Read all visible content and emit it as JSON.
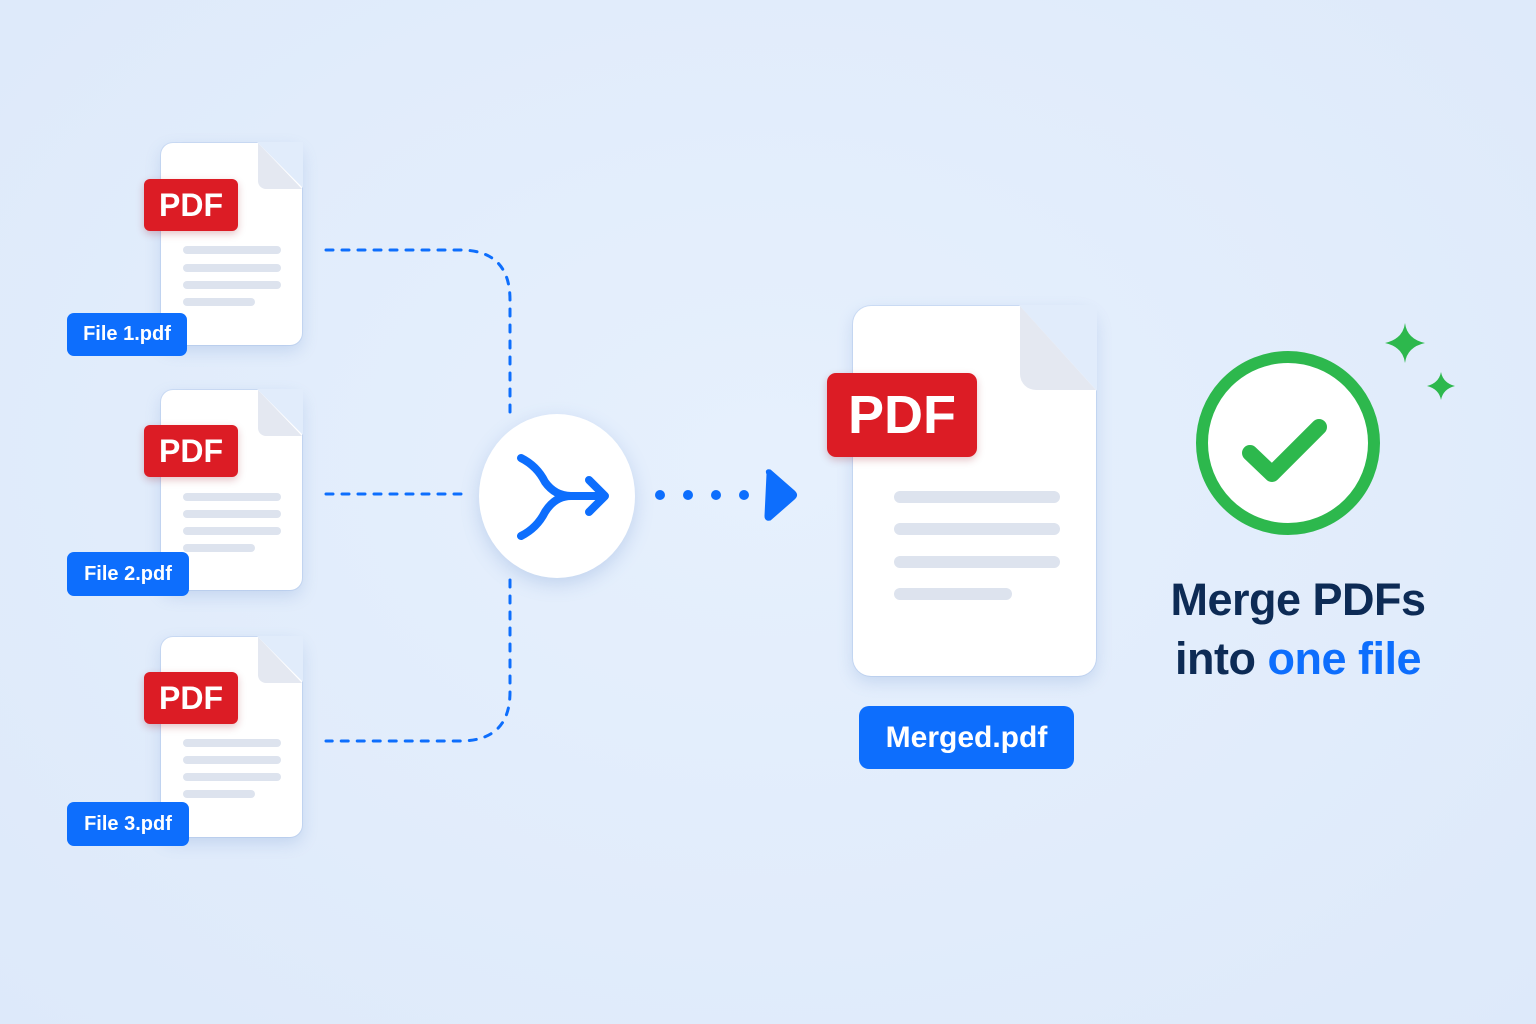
{
  "colors": {
    "background": "#e3eefc",
    "pdf_badge": "#dc1c25",
    "label_blue": "#0d6efd",
    "connector_blue": "#0d6efd",
    "success_green": "#2db84d",
    "headline_dark": "#0d2b55",
    "headline_accent": "#0d6efd"
  },
  "input_files": [
    {
      "badge": "PDF",
      "label": "File 1.pdf"
    },
    {
      "badge": "PDF",
      "label": "File 2.pdf"
    },
    {
      "badge": "PDF",
      "label": "File 3.pdf"
    }
  ],
  "merge_node": {
    "icon": "merge-arrow-icon"
  },
  "flow_arrow": {
    "icon": "play-arrow-icon",
    "dots": 4
  },
  "output_file": {
    "badge": "PDF",
    "label": "Merged.pdf"
  },
  "status": {
    "icon": "check-circle-icon",
    "decorations": [
      "sparkle-icon",
      "sparkle-icon"
    ]
  },
  "headline": {
    "line1": "Merge PDFs",
    "line2_prefix": "into ",
    "line2_accent": "one file"
  }
}
